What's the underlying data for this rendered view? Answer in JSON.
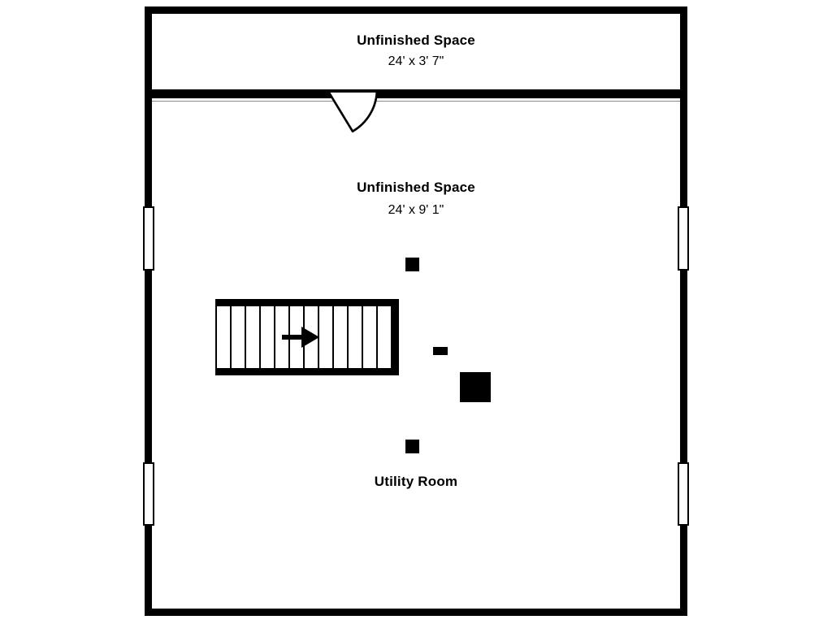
{
  "colors": {
    "wall": "#000000",
    "background": "#ffffff"
  },
  "rooms": {
    "top": {
      "name": "Unfinished Space",
      "dims": "24' x 3' 7\""
    },
    "main": {
      "name": "Unfinished Space",
      "dims": "24' x 9' 1\""
    },
    "utility": {
      "name": "Utility Room"
    }
  }
}
